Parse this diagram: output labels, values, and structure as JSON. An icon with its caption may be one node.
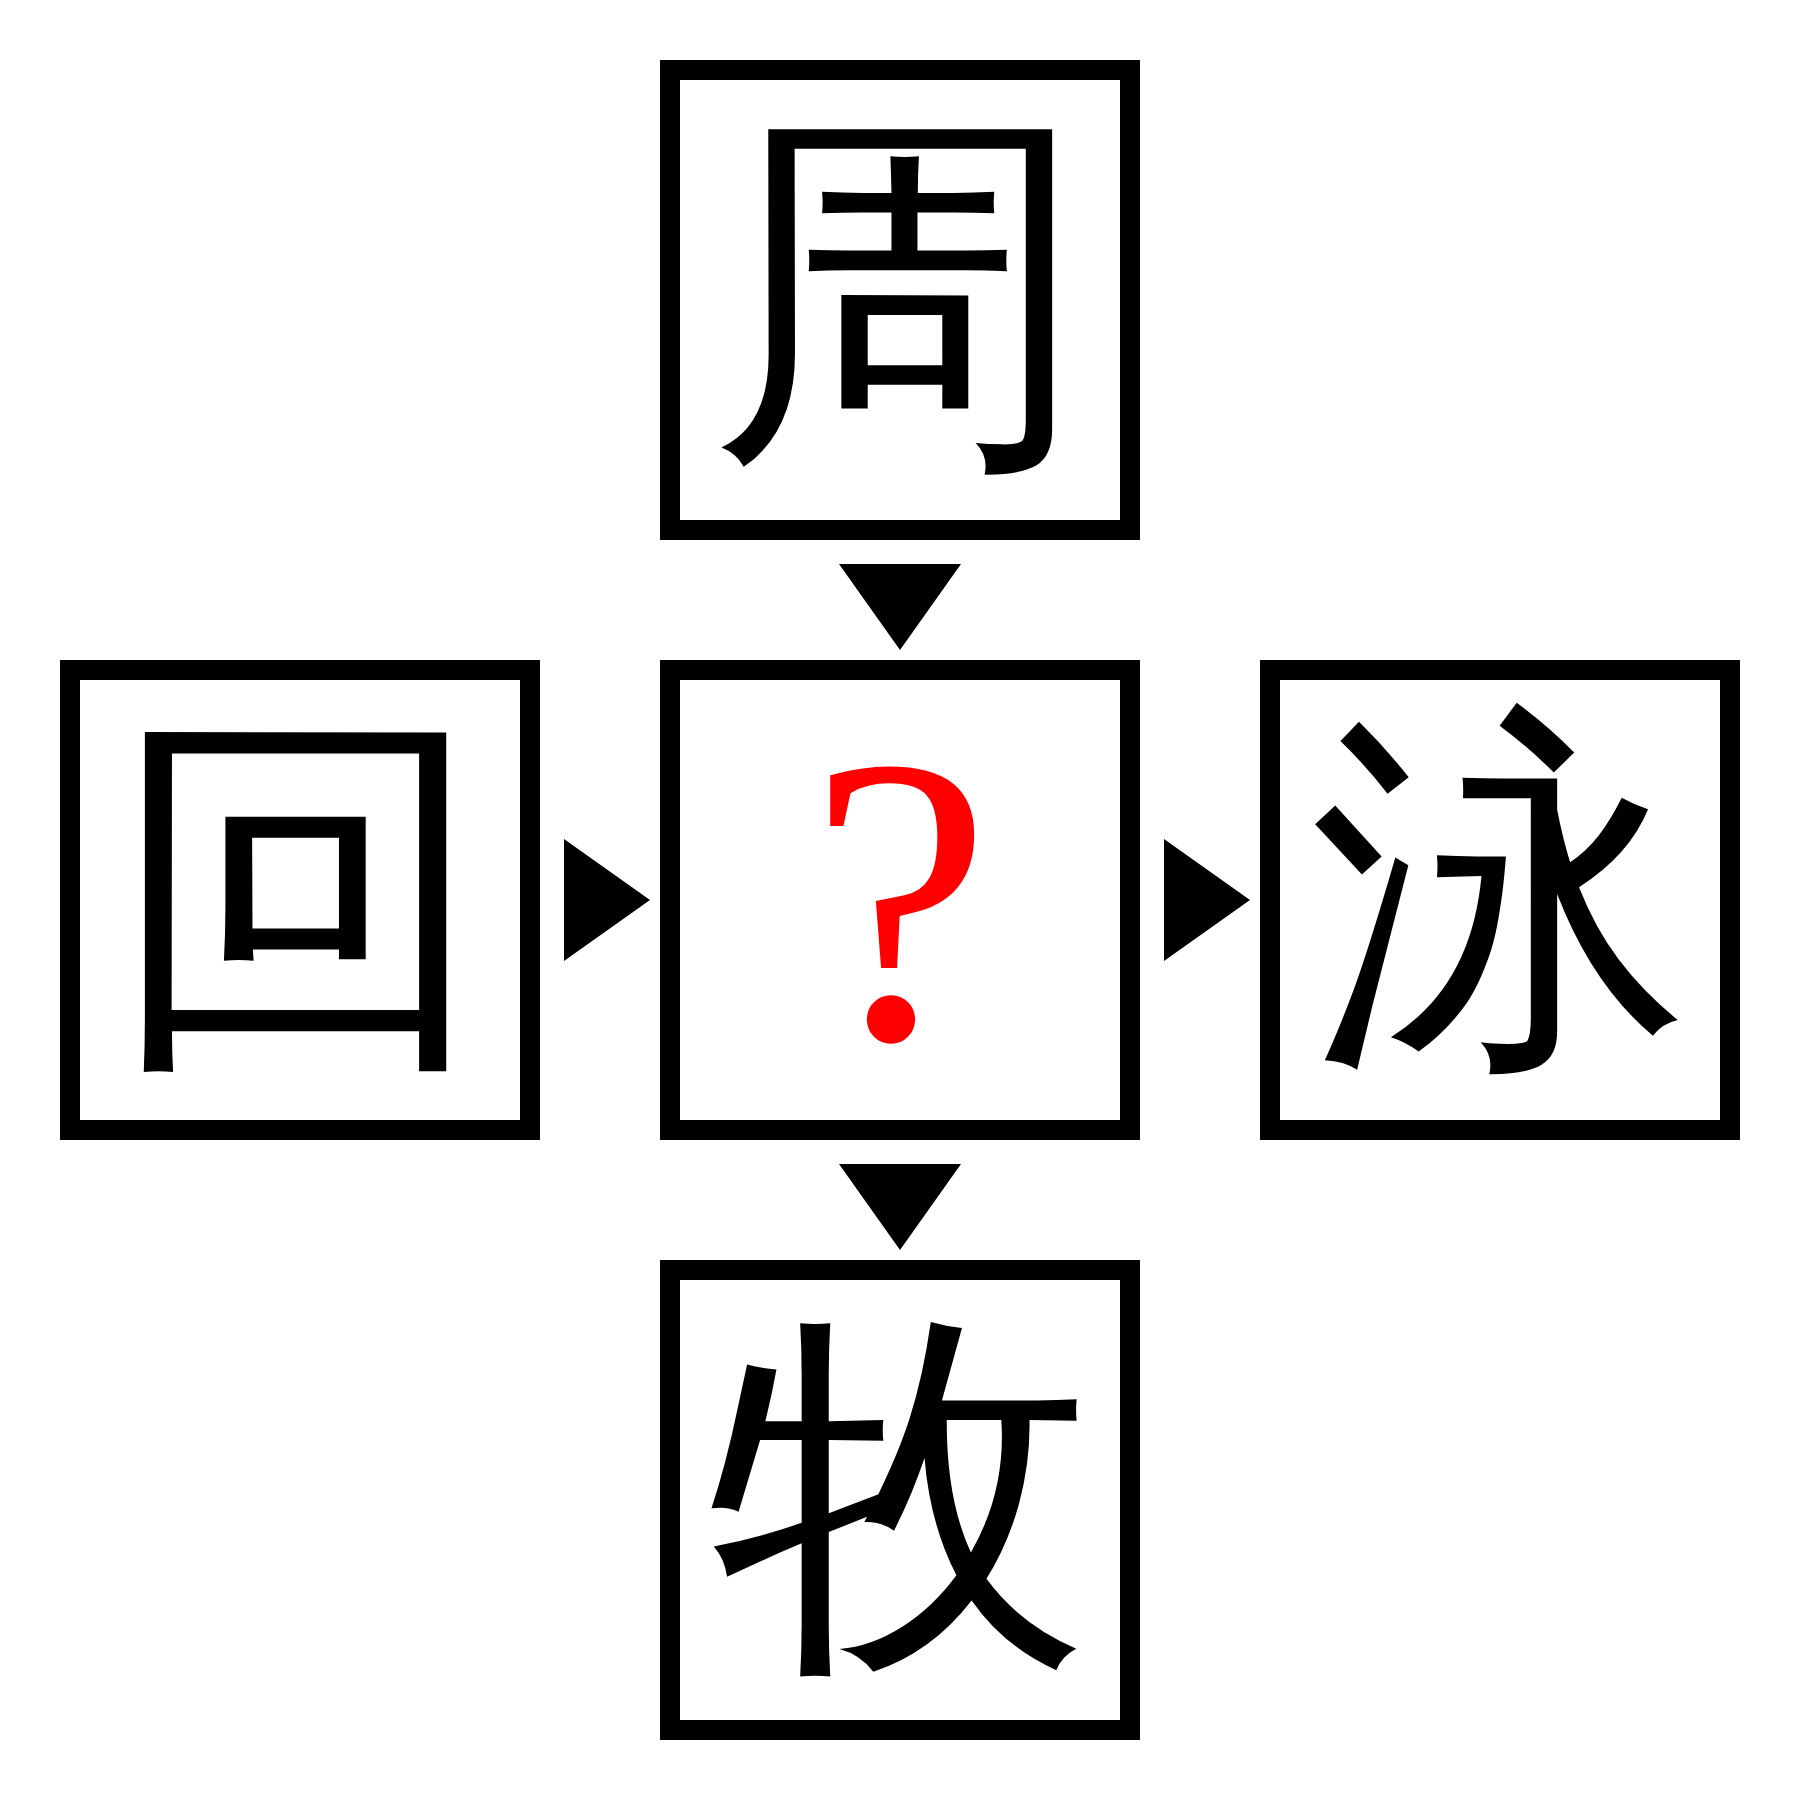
{
  "diagram": {
    "nodes": [
      {
        "text": [
          "周"
        ]
      },
      {
        "text": [
          "回"
        ]
      },
      {
        "text": [
          "?"
        ]
      },
      {
        "text": [
          "泳"
        ]
      },
      {
        "text": [
          "牧"
        ]
      }
    ],
    "edges": [
      {
        "from": 0,
        "to": 2,
        "arrow": "to"
      },
      {
        "from": 1,
        "to": 2,
        "arrow": "to"
      },
      {
        "from": 2,
        "to": 3,
        "arrow": "to"
      },
      {
        "from": 2,
        "to": 4,
        "arrow": "to"
      }
    ]
  }
}
